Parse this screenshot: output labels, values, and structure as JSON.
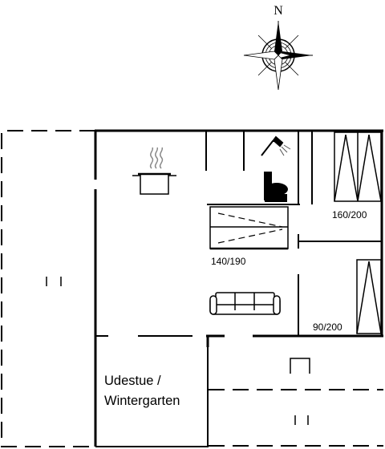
{
  "compass": {
    "north_label": "N",
    "icon": "compass-rose-icon"
  },
  "dimensions": {
    "bed_double_1": "160/200",
    "bed_double_2": "140/190",
    "bed_single": "90/200"
  },
  "rooms": {
    "conservatory_line1": "Udestue /",
    "conservatory_line2": "Wintergarten"
  },
  "icons": [
    "cooking-pot-icon",
    "shower-icon",
    "toilet-icon",
    "sofa-icon",
    "stairs-icon"
  ]
}
